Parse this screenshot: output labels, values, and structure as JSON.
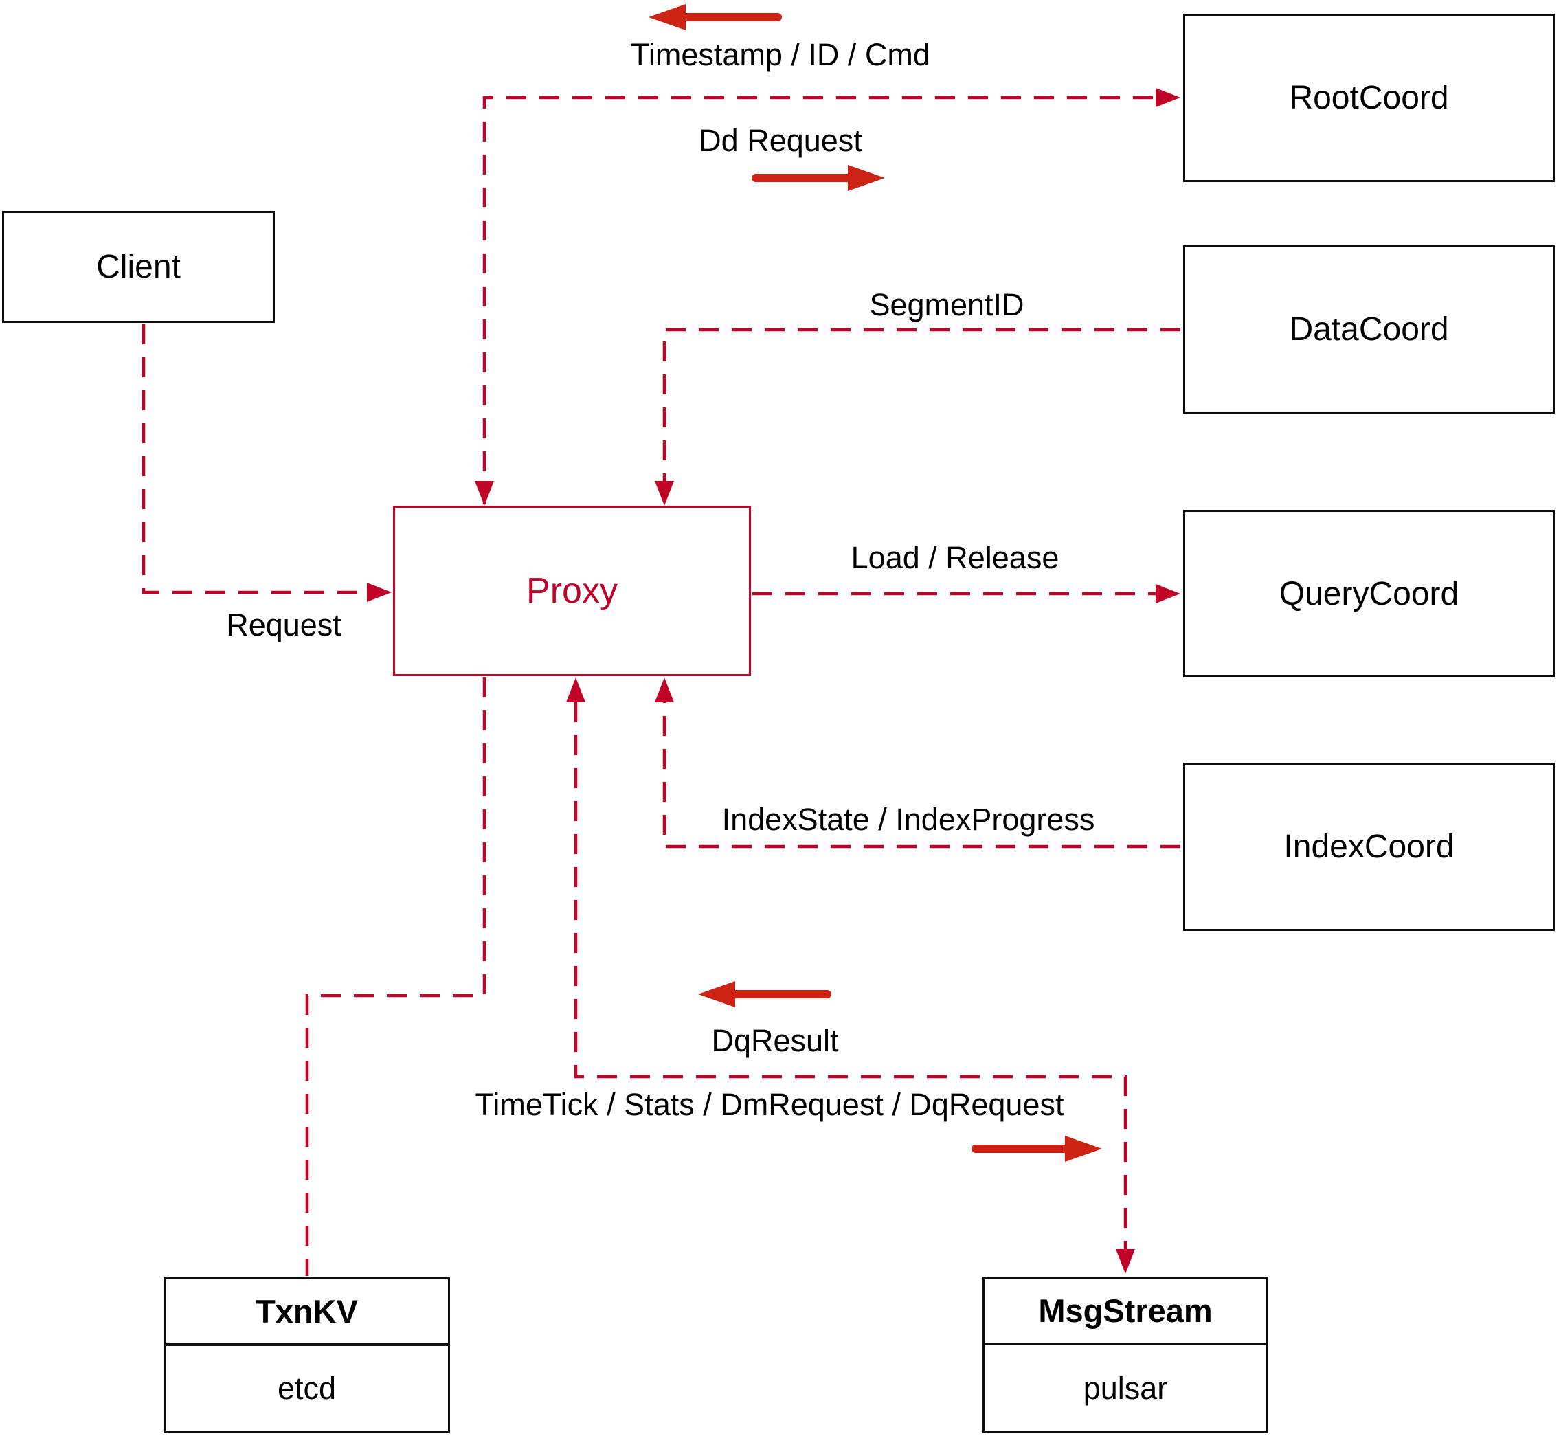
{
  "diagram": {
    "nodes": {
      "client": {
        "label": "Client"
      },
      "proxy": {
        "label": "Proxy"
      },
      "rootcoord": {
        "label": "RootCoord"
      },
      "datacoord": {
        "label": "DataCoord"
      },
      "querycoord": {
        "label": "QueryCoord"
      },
      "indexcoord": {
        "label": "IndexCoord"
      },
      "txnkv": {
        "title": "TxnKV",
        "subtitle": "etcd"
      },
      "msgstream": {
        "title": "MsgStream",
        "subtitle": "pulsar"
      }
    },
    "edge_labels": {
      "timestamp": "Timestamp / ID / Cmd",
      "dd_request": "Dd Request",
      "segment_id": "SegmentID",
      "request": "Request",
      "load_release": "Load / Release",
      "index_state": "IndexState / IndexProgress",
      "dq_result": "DqResult",
      "time_tick": "TimeTick / Stats / DmRequest / DqRequest"
    },
    "colors": {
      "connector": "#c00428",
      "solid_arrow": "#cc2315",
      "box_border": "#0d0d0d",
      "text": "#000000",
      "proxy_red": "#c00428",
      "bg": "#ffffff"
    }
  }
}
